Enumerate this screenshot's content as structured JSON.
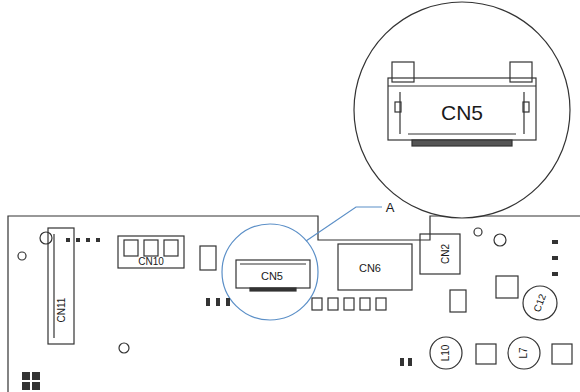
{
  "diagram": {
    "labels": [
      "CN5",
      "A",
      "CN10",
      "CN11",
      "CN5",
      "CN6",
      "CN2",
      "C12",
      "L10",
      "L7"
    ]
  }
}
